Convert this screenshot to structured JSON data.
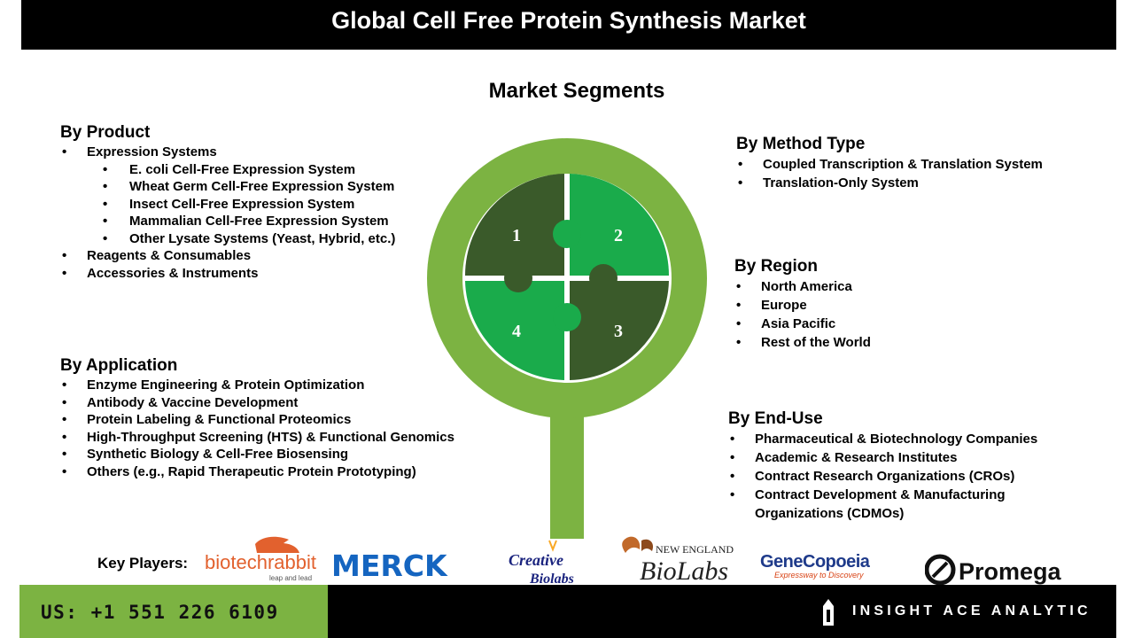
{
  "title": "Global Cell Free Protein Synthesis Market",
  "segments_title": "Market Segments",
  "sections": {
    "product": {
      "heading": "By Product",
      "items": [
        {
          "label": "Expression Systems",
          "sub": false
        },
        {
          "label": "E. coli Cell-Free Expression System",
          "sub": true
        },
        {
          "label": "Wheat Germ Cell-Free Expression System",
          "sub": true
        },
        {
          "label": "Insect Cell-Free Expression System",
          "sub": true
        },
        {
          "label": "Mammalian Cell-Free Expression System",
          "sub": true
        },
        {
          "label": "Other Lysate Systems (Yeast, Hybrid, etc.)",
          "sub": true
        },
        {
          "label": "Reagents & Consumables",
          "sub": false
        },
        {
          "label": "Accessories & Instruments",
          "sub": false
        }
      ]
    },
    "application": {
      "heading": "By Application",
      "items": [
        {
          "label": "Enzyme Engineering & Protein Optimization"
        },
        {
          "label": "Antibody & Vaccine Development"
        },
        {
          "label": "Protein Labeling & Functional Proteomics"
        },
        {
          "label": "High-Throughput Screening (HTS) & Functional Genomics"
        },
        {
          "label": "Synthetic Biology & Cell-Free Biosensing"
        },
        {
          "label": "Others (e.g., Rapid Therapeutic Protein Prototyping)"
        }
      ]
    },
    "method": {
      "heading": "By Method Type",
      "items": [
        {
          "label": "Coupled Transcription & Translation System"
        },
        {
          "label": "Translation-Only System"
        }
      ]
    },
    "region": {
      "heading": "By Region",
      "items": [
        {
          "label": "North America"
        },
        {
          "label": "Europe"
        },
        {
          "label": "Asia Pacific"
        },
        {
          "label": "Rest of the World"
        }
      ]
    },
    "enduse": {
      "heading": "By End-Use",
      "items": [
        {
          "label": "Pharmaceutical & Biotechnology Companies"
        },
        {
          "label": "Academic & Research Institutes"
        },
        {
          "label": "Contract Research Organizations (CROs)"
        },
        {
          "label": "Contract Development & Manufacturing Organizations (CDMOs)"
        }
      ]
    }
  },
  "puzzle": {
    "pieces": [
      "1",
      "2",
      "3",
      "4"
    ],
    "colors": {
      "ring": "#7cb342",
      "dark": "#3a5a2a",
      "bright": "#1aab4b",
      "gap": "#ffffff"
    }
  },
  "key_players": {
    "label": "Key Players:",
    "logos": {
      "biotechrabbit": {
        "name": "biotechrabbit",
        "tagline": "leap and lead"
      },
      "merck": {
        "name": "MERCK"
      },
      "creative": {
        "name1": "Creative",
        "name2": "Biolabs"
      },
      "neb": {
        "name1": "NEW ENGLAND",
        "name2": "BioLabs"
      },
      "genecopoeia": {
        "name": "GeneCopoeia",
        "tagline": "Expressway to Discovery"
      },
      "promega": {
        "name": "Promega"
      }
    }
  },
  "footer": {
    "phone": "US: +1 551 226 6109",
    "brand": "INSIGHT ACE ANALYTIC"
  }
}
